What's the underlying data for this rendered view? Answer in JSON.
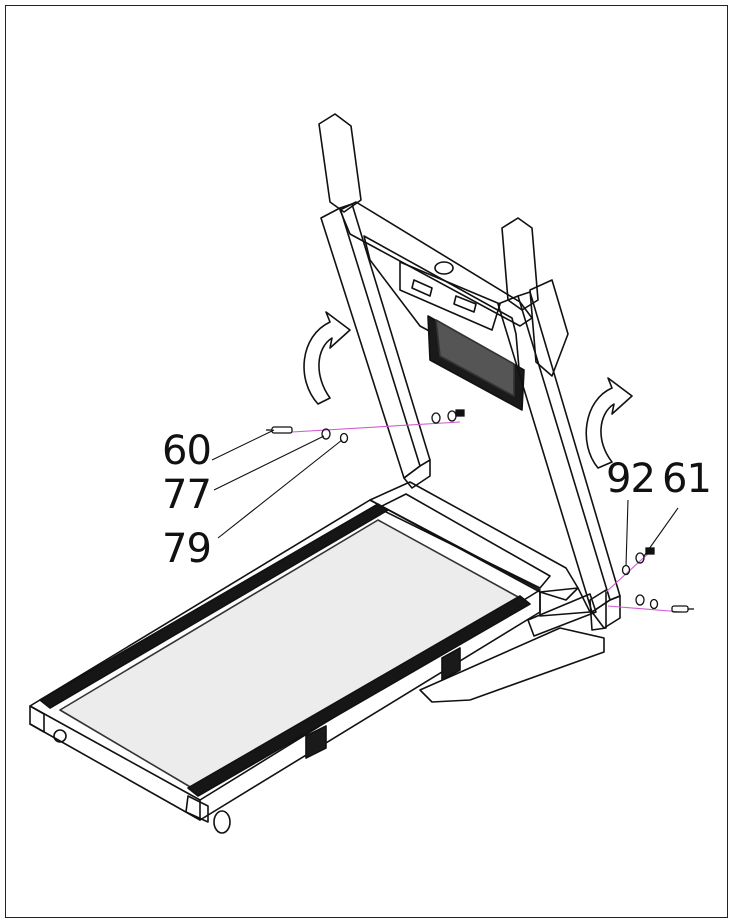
{
  "callouts": {
    "c60": "60",
    "c77": "77",
    "c79": "79",
    "c92": "92",
    "c61": "61"
  },
  "colors": {
    "line": "#111111",
    "assembly_guide": "#d05ad0",
    "belt": "#161616"
  }
}
